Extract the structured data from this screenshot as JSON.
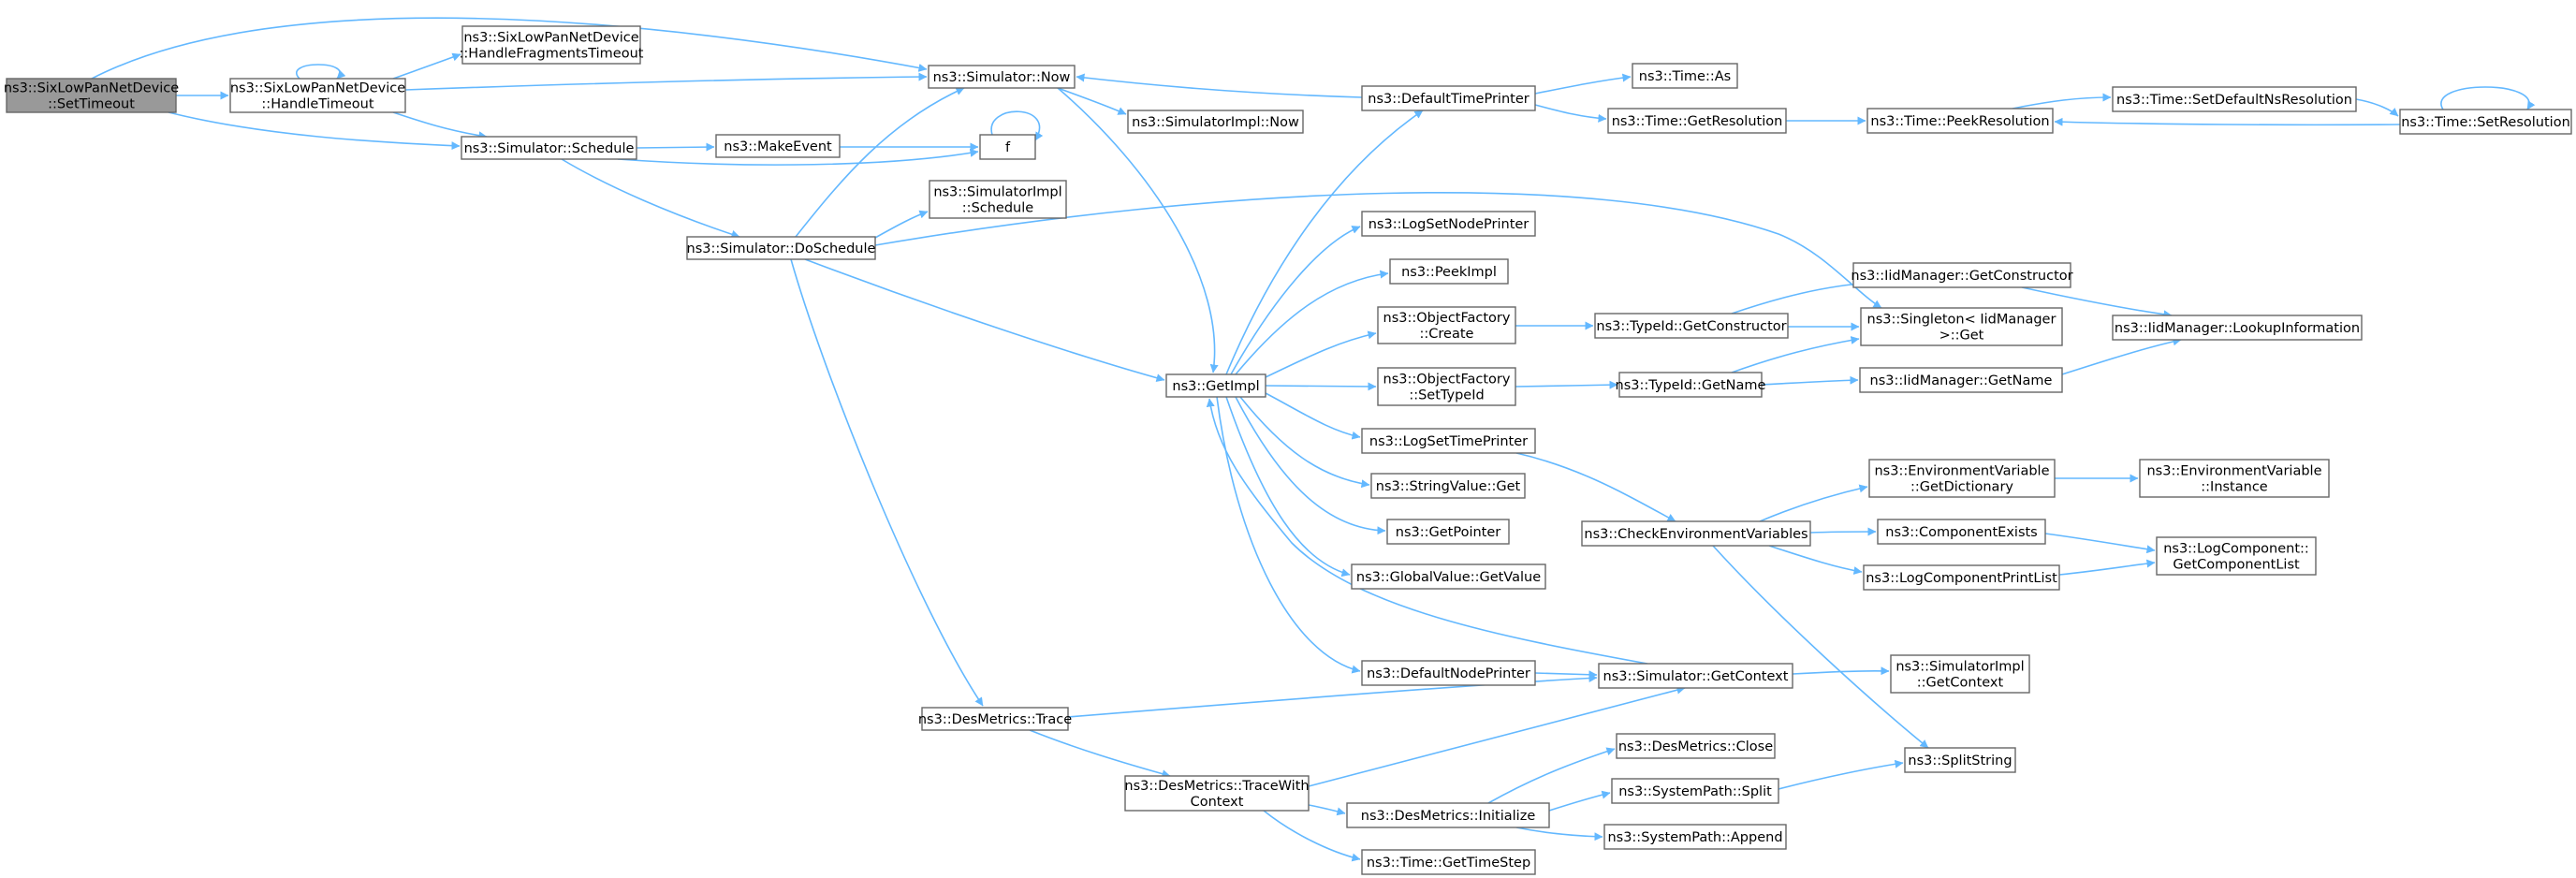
{
  "graph": {
    "root": "SetTimeout",
    "nodes": [
      {
        "id": "SetTimeout",
        "lines": [
          "ns3::SixLowPanNetDevice",
          "::SetTimeout"
        ]
      },
      {
        "id": "HandleTimeout",
        "lines": [
          "ns3::SixLowPanNetDevice",
          "::HandleTimeout"
        ]
      },
      {
        "id": "HandleFragmentsTimeout",
        "lines": [
          "ns3::SixLowPanNetDevice",
          "::HandleFragmentsTimeout"
        ]
      },
      {
        "id": "SimNow",
        "lines": [
          "ns3::Simulator::Now"
        ]
      },
      {
        "id": "SimSchedule",
        "lines": [
          "ns3::Simulator::Schedule"
        ]
      },
      {
        "id": "MakeEvent",
        "lines": [
          "ns3::MakeEvent"
        ]
      },
      {
        "id": "f",
        "lines": [
          "f"
        ]
      },
      {
        "id": "SimImplSchedule",
        "lines": [
          "ns3::SimulatorImpl",
          "::Schedule"
        ]
      },
      {
        "id": "DoSchedule",
        "lines": [
          "ns3::Simulator::DoSchedule"
        ]
      },
      {
        "id": "SimImplNow",
        "lines": [
          "ns3::SimulatorImpl::Now"
        ]
      },
      {
        "id": "GetImpl",
        "lines": [
          "ns3::GetImpl"
        ]
      },
      {
        "id": "DesTrace",
        "lines": [
          "ns3::DesMetrics::Trace"
        ]
      },
      {
        "id": "TraceWithContext",
        "lines": [
          "ns3::DesMetrics::TraceWith",
          "Context"
        ]
      },
      {
        "id": "DefaultTimePrinter",
        "lines": [
          "ns3::DefaultTimePrinter"
        ]
      },
      {
        "id": "LogSetNodePrinter",
        "lines": [
          "ns3::LogSetNodePrinter"
        ]
      },
      {
        "id": "PeekImpl",
        "lines": [
          "ns3::PeekImpl"
        ]
      },
      {
        "id": "OFCreate",
        "lines": [
          "ns3::ObjectFactory",
          "::Create"
        ]
      },
      {
        "id": "OFSetTypeId",
        "lines": [
          "ns3::ObjectFactory",
          "::SetTypeId"
        ]
      },
      {
        "id": "LogSetTimePrinter",
        "lines": [
          "ns3::LogSetTimePrinter"
        ]
      },
      {
        "id": "StringValueGet",
        "lines": [
          "ns3::StringValue::Get"
        ]
      },
      {
        "id": "GetPointer",
        "lines": [
          "ns3::GetPointer"
        ]
      },
      {
        "id": "GlobalValueGetValue",
        "lines": [
          "ns3::GlobalValue::GetValue"
        ]
      },
      {
        "id": "DefaultNodePrinter",
        "lines": [
          "ns3::DefaultNodePrinter"
        ]
      },
      {
        "id": "DesInitialize",
        "lines": [
          "ns3::DesMetrics::Initialize"
        ]
      },
      {
        "id": "TimeGetTimeStep",
        "lines": [
          "ns3::Time::GetTimeStep"
        ]
      },
      {
        "id": "TimeAs",
        "lines": [
          "ns3::Time::As"
        ]
      },
      {
        "id": "TimeGetResolution",
        "lines": [
          "ns3::Time::GetResolution"
        ]
      },
      {
        "id": "TypeIdGetConstructor",
        "lines": [
          "ns3::TypeId::GetConstructor"
        ]
      },
      {
        "id": "TypeIdGetName",
        "lines": [
          "ns3::TypeId::GetName"
        ]
      },
      {
        "id": "CheckEnv",
        "lines": [
          "ns3::CheckEnvironmentVariables"
        ]
      },
      {
        "id": "SimGetContext",
        "lines": [
          "ns3::Simulator::GetContext"
        ]
      },
      {
        "id": "DesClose",
        "lines": [
          "ns3::DesMetrics::Close"
        ]
      },
      {
        "id": "SysPathSplit",
        "lines": [
          "ns3::SystemPath::Split"
        ]
      },
      {
        "id": "SysPathAppend",
        "lines": [
          "ns3::SystemPath::Append"
        ]
      },
      {
        "id": "TimePeekResolution",
        "lines": [
          "ns3::Time::PeekResolution"
        ]
      },
      {
        "id": "IidGetConstructor",
        "lines": [
          "ns3::IidManager::GetConstructor"
        ]
      },
      {
        "id": "SingletonGet",
        "lines": [
          "ns3::Singleton< IidManager",
          " >::Get"
        ]
      },
      {
        "id": "IidGetName",
        "lines": [
          "ns3::IidManager::GetName"
        ]
      },
      {
        "id": "EnvGetDictionary",
        "lines": [
          "ns3::EnvironmentVariable",
          "::GetDictionary"
        ]
      },
      {
        "id": "ComponentExists",
        "lines": [
          "ns3::ComponentExists"
        ]
      },
      {
        "id": "LogComponentPrintList",
        "lines": [
          "ns3::LogComponentPrintList"
        ]
      },
      {
        "id": "SimImplGetContext",
        "lines": [
          "ns3::SimulatorImpl",
          "::GetContext"
        ]
      },
      {
        "id": "SplitString",
        "lines": [
          "ns3::SplitString"
        ]
      },
      {
        "id": "TimeSetDefaultNsResolution",
        "lines": [
          "ns3::Time::SetDefaultNsResolution"
        ]
      },
      {
        "id": "TimeSetResolution",
        "lines": [
          "ns3::Time::SetResolution"
        ]
      },
      {
        "id": "IidLookupInformation",
        "lines": [
          "ns3::IidManager::LookupInformation"
        ]
      },
      {
        "id": "EnvInstance",
        "lines": [
          "ns3::EnvironmentVariable",
          "::Instance"
        ]
      },
      {
        "id": "LogComponentGetList",
        "lines": [
          "ns3::LogComponent::",
          "GetComponentList"
        ]
      }
    ],
    "edges": [
      {
        "from": "SetTimeout",
        "to": "HandleTimeout"
      },
      {
        "from": "SetTimeout",
        "to": "SimNow"
      },
      {
        "from": "SetTimeout",
        "to": "SimSchedule"
      },
      {
        "from": "HandleTimeout",
        "to": "HandleTimeout"
      },
      {
        "from": "HandleTimeout",
        "to": "HandleFragmentsTimeout"
      },
      {
        "from": "HandleTimeout",
        "to": "SimNow"
      },
      {
        "from": "HandleTimeout",
        "to": "SimSchedule"
      },
      {
        "from": "SimSchedule",
        "to": "MakeEvent"
      },
      {
        "from": "SimSchedule",
        "to": "f"
      },
      {
        "from": "SimSchedule",
        "to": "DoSchedule"
      },
      {
        "from": "MakeEvent",
        "to": "f"
      },
      {
        "from": "f",
        "to": "f"
      },
      {
        "from": "DoSchedule",
        "to": "SimNow"
      },
      {
        "from": "DoSchedule",
        "to": "SimImplSchedule"
      },
      {
        "from": "DoSchedule",
        "to": "GetImpl"
      },
      {
        "from": "DoSchedule",
        "to": "SingletonGet"
      },
      {
        "from": "DoSchedule",
        "to": "DesTrace"
      },
      {
        "from": "SimNow",
        "to": "SimImplNow"
      },
      {
        "from": "SimNow",
        "to": "GetImpl"
      },
      {
        "from": "DefaultTimePrinter",
        "to": "SimNow"
      },
      {
        "from": "DefaultTimePrinter",
        "to": "TimeAs"
      },
      {
        "from": "DefaultTimePrinter",
        "to": "TimeGetResolution"
      },
      {
        "from": "GetImpl",
        "to": "DefaultTimePrinter"
      },
      {
        "from": "GetImpl",
        "to": "LogSetNodePrinter"
      },
      {
        "from": "GetImpl",
        "to": "PeekImpl"
      },
      {
        "from": "GetImpl",
        "to": "OFCreate"
      },
      {
        "from": "GetImpl",
        "to": "OFSetTypeId"
      },
      {
        "from": "GetImpl",
        "to": "LogSetTimePrinter"
      },
      {
        "from": "GetImpl",
        "to": "StringValueGet"
      },
      {
        "from": "GetImpl",
        "to": "GetPointer"
      },
      {
        "from": "GetImpl",
        "to": "GlobalValueGetValue"
      },
      {
        "from": "GetImpl",
        "to": "DefaultNodePrinter"
      },
      {
        "from": "DesTrace",
        "to": "TraceWithContext"
      },
      {
        "from": "DesTrace",
        "to": "SimGetContext"
      },
      {
        "from": "TraceWithContext",
        "to": "SimGetContext"
      },
      {
        "from": "TraceWithContext",
        "to": "DesInitialize"
      },
      {
        "from": "TraceWithContext",
        "to": "TimeGetTimeStep"
      },
      {
        "from": "DefaultNodePrinter",
        "to": "SimGetContext"
      },
      {
        "from": "SimGetContext",
        "to": "GetImpl"
      },
      {
        "from": "SimGetContext",
        "to": "SimImplGetContext"
      },
      {
        "from": "LogSetTimePrinter",
        "to": "CheckEnv"
      },
      {
        "from": "OFCreate",
        "to": "TypeIdGetConstructor"
      },
      {
        "from": "OFSetTypeId",
        "to": "TypeIdGetName"
      },
      {
        "from": "TimeGetResolution",
        "to": "TimePeekResolution"
      },
      {
        "from": "TypeIdGetConstructor",
        "to": "IidGetConstructor"
      },
      {
        "from": "TypeIdGetConstructor",
        "to": "SingletonGet"
      },
      {
        "from": "TypeIdGetName",
        "to": "SingletonGet"
      },
      {
        "from": "TypeIdGetName",
        "to": "IidGetName"
      },
      {
        "from": "CheckEnv",
        "to": "EnvGetDictionary"
      },
      {
        "from": "CheckEnv",
        "to": "ComponentExists"
      },
      {
        "from": "CheckEnv",
        "to": "LogComponentPrintList"
      },
      {
        "from": "CheckEnv",
        "to": "SplitString"
      },
      {
        "from": "DesInitialize",
        "to": "DesClose"
      },
      {
        "from": "DesInitialize",
        "to": "SysPathSplit"
      },
      {
        "from": "DesInitialize",
        "to": "SysPathAppend"
      },
      {
        "from": "SysPathSplit",
        "to": "SplitString"
      },
      {
        "from": "TimePeekResolution",
        "to": "TimeSetDefaultNsResolution"
      },
      {
        "from": "TimeSetDefaultNsResolution",
        "to": "TimeSetResolution"
      },
      {
        "from": "TimeSetResolution",
        "to": "TimeSetResolution"
      },
      {
        "from": "TimeSetResolution",
        "to": "TimePeekResolution"
      },
      {
        "from": "IidGetConstructor",
        "to": "IidLookupInformation"
      },
      {
        "from": "IidGetName",
        "to": "IidLookupInformation"
      },
      {
        "from": "EnvGetDictionary",
        "to": "EnvInstance"
      },
      {
        "from": "ComponentExists",
        "to": "LogComponentGetList"
      },
      {
        "from": "LogComponentPrintList",
        "to": "LogComponentGetList"
      }
    ]
  },
  "colors": {
    "edge": "#63b8ff",
    "node_border": "#666666",
    "node_fill": "#ffffff",
    "root_fill": "#999999",
    "text": "#000000"
  }
}
